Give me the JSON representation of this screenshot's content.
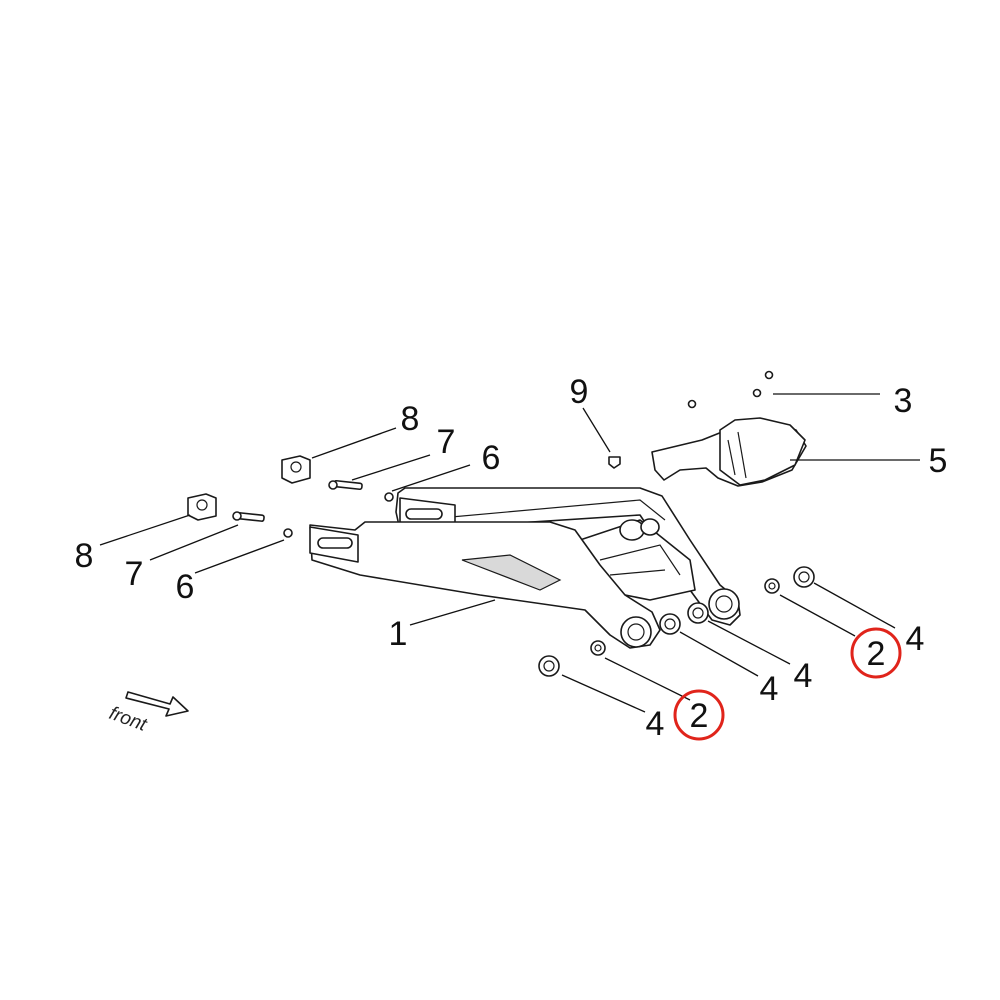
{
  "diagram": {
    "callouts": [
      {
        "id": "c1",
        "text": "1"
      },
      {
        "id": "c2a",
        "text": "2",
        "highlighted": true
      },
      {
        "id": "c2b",
        "text": "2",
        "highlighted": true
      },
      {
        "id": "c3",
        "text": "3"
      },
      {
        "id": "c4a",
        "text": "4"
      },
      {
        "id": "c4b",
        "text": "4"
      },
      {
        "id": "c4c",
        "text": "4"
      },
      {
        "id": "c4d",
        "text": "4"
      },
      {
        "id": "c5",
        "text": "5"
      },
      {
        "id": "c6a",
        "text": "6"
      },
      {
        "id": "c6b",
        "text": "6"
      },
      {
        "id": "c7a",
        "text": "7"
      },
      {
        "id": "c7b",
        "text": "7"
      },
      {
        "id": "c8a",
        "text": "8"
      },
      {
        "id": "c8b",
        "text": "8"
      },
      {
        "id": "c9",
        "text": "9"
      }
    ],
    "direction_label": "front",
    "highlight_color": "#e0241b",
    "line_color": "#111111",
    "part_fill": "#ffffff",
    "icons": [
      "direction-arrow-icon"
    ]
  }
}
